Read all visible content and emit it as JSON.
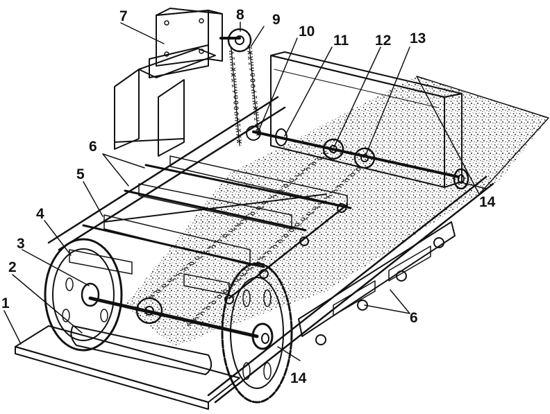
{
  "figure": {
    "style": "technical line drawing (mechanical assembly, isometric view)",
    "ink_color": "#111111",
    "paper_color": "#ffffff",
    "callouts": [
      {
        "id": "1",
        "text": "1"
      },
      {
        "id": "2",
        "text": "2"
      },
      {
        "id": "3",
        "text": "3"
      },
      {
        "id": "4",
        "text": "4"
      },
      {
        "id": "5",
        "text": "5"
      },
      {
        "id": "6a",
        "text": "6"
      },
      {
        "id": "6b",
        "text": "6"
      },
      {
        "id": "7",
        "text": "7"
      },
      {
        "id": "8",
        "text": "8"
      },
      {
        "id": "9",
        "text": "9"
      },
      {
        "id": "10",
        "text": "10"
      },
      {
        "id": "11",
        "text": "11"
      },
      {
        "id": "12",
        "text": "12"
      },
      {
        "id": "13",
        "text": "13"
      },
      {
        "id": "14a",
        "text": "14"
      },
      {
        "id": "14b",
        "text": "14"
      }
    ]
  }
}
